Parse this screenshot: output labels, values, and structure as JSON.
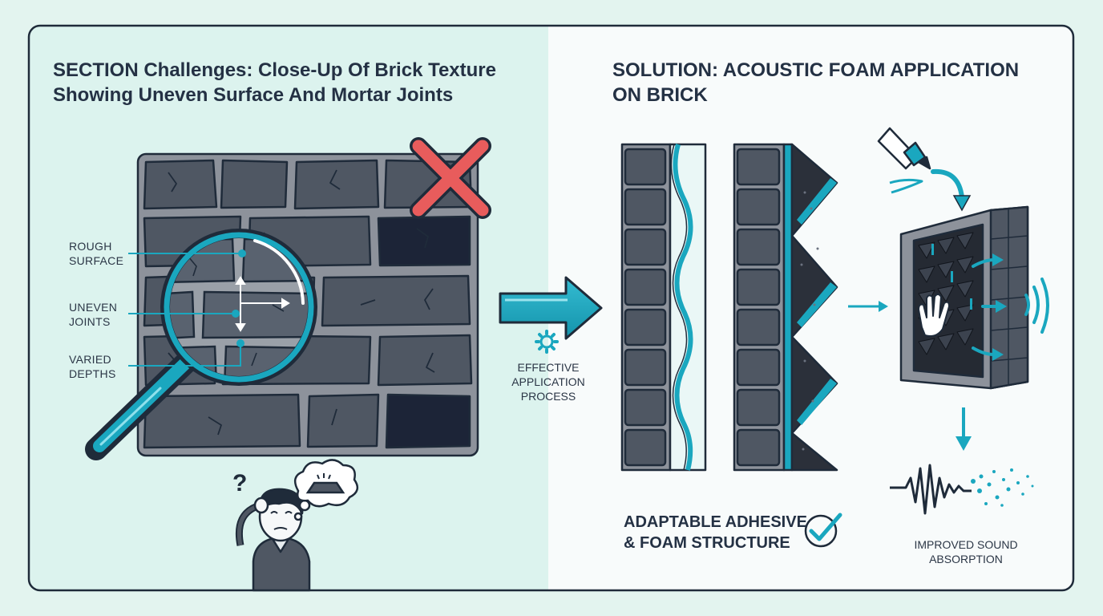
{
  "left_panel": {
    "heading_line1": "SECTION Challenges: Close-Up Of Brick Texture",
    "heading_line2": "Showing Uneven Surface And Mortar Joints",
    "callouts": [
      {
        "line1": "ROUGH",
        "line2": "SURFACE"
      },
      {
        "line1": "UNEVEN",
        "line2": "JOINTS"
      },
      {
        "line1": "VARIED",
        "line2": "DEPTHS"
      }
    ],
    "question_mark": "?"
  },
  "middle": {
    "process_line1": "EFFECTIVE",
    "process_line2": "APPLICATION",
    "process_line3": "PROCESS"
  },
  "right_panel": {
    "heading_line1": "SOLUTION: ACOUSTIC FOAM APPLICATION",
    "heading_line2": "ON BRICK",
    "adhesive_line1": "ADAPTABLE ADHESIVE",
    "adhesive_line2": "& FOAM STRUCTURE",
    "result_line1": "IMPROVED SOUND",
    "result_line2": "ABSORPTION"
  },
  "colors": {
    "background": "#e3f4ef",
    "panel_left": "#dcf3ee",
    "panel_right": "#f8fbfb",
    "outline": "#1f2b3a",
    "brick": "#4f5763",
    "brick_dark": "#1c2437",
    "mortar": "#8d929b",
    "teal": "#1aa7bf",
    "red_x": "#e85c5c"
  },
  "icons": [
    "magnifier-icon",
    "red-x-icon",
    "gear-icon",
    "glue-tube-icon",
    "hand-icon",
    "sound-wave-icon",
    "check-icon",
    "thought-bubble-icon",
    "confused-person-icon"
  ]
}
